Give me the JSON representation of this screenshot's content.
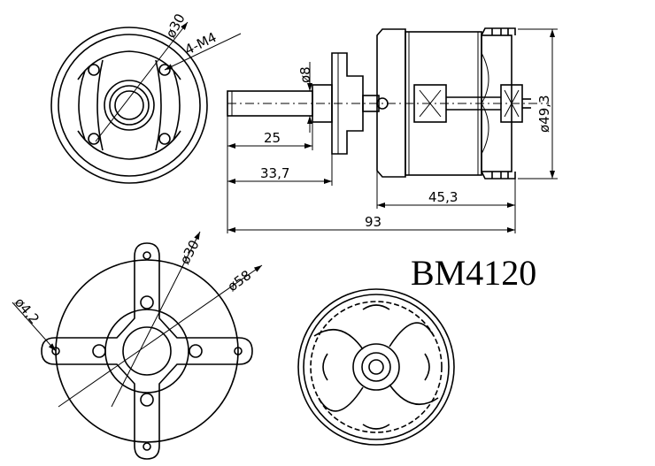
{
  "model": "BM4120",
  "labels": {
    "top_bolt_circle": "ø30",
    "top_bolt_thread": "4-M4",
    "shaft_diameter": "ø8",
    "len_25": "25",
    "len_33_7": "33,7",
    "len_45_3": "45,3",
    "len_93": "93",
    "body_diameter": "ø49,3",
    "mount_bolt_circle": "ø30",
    "mount_outer": "ø58",
    "mount_hole": "ø4,2"
  }
}
